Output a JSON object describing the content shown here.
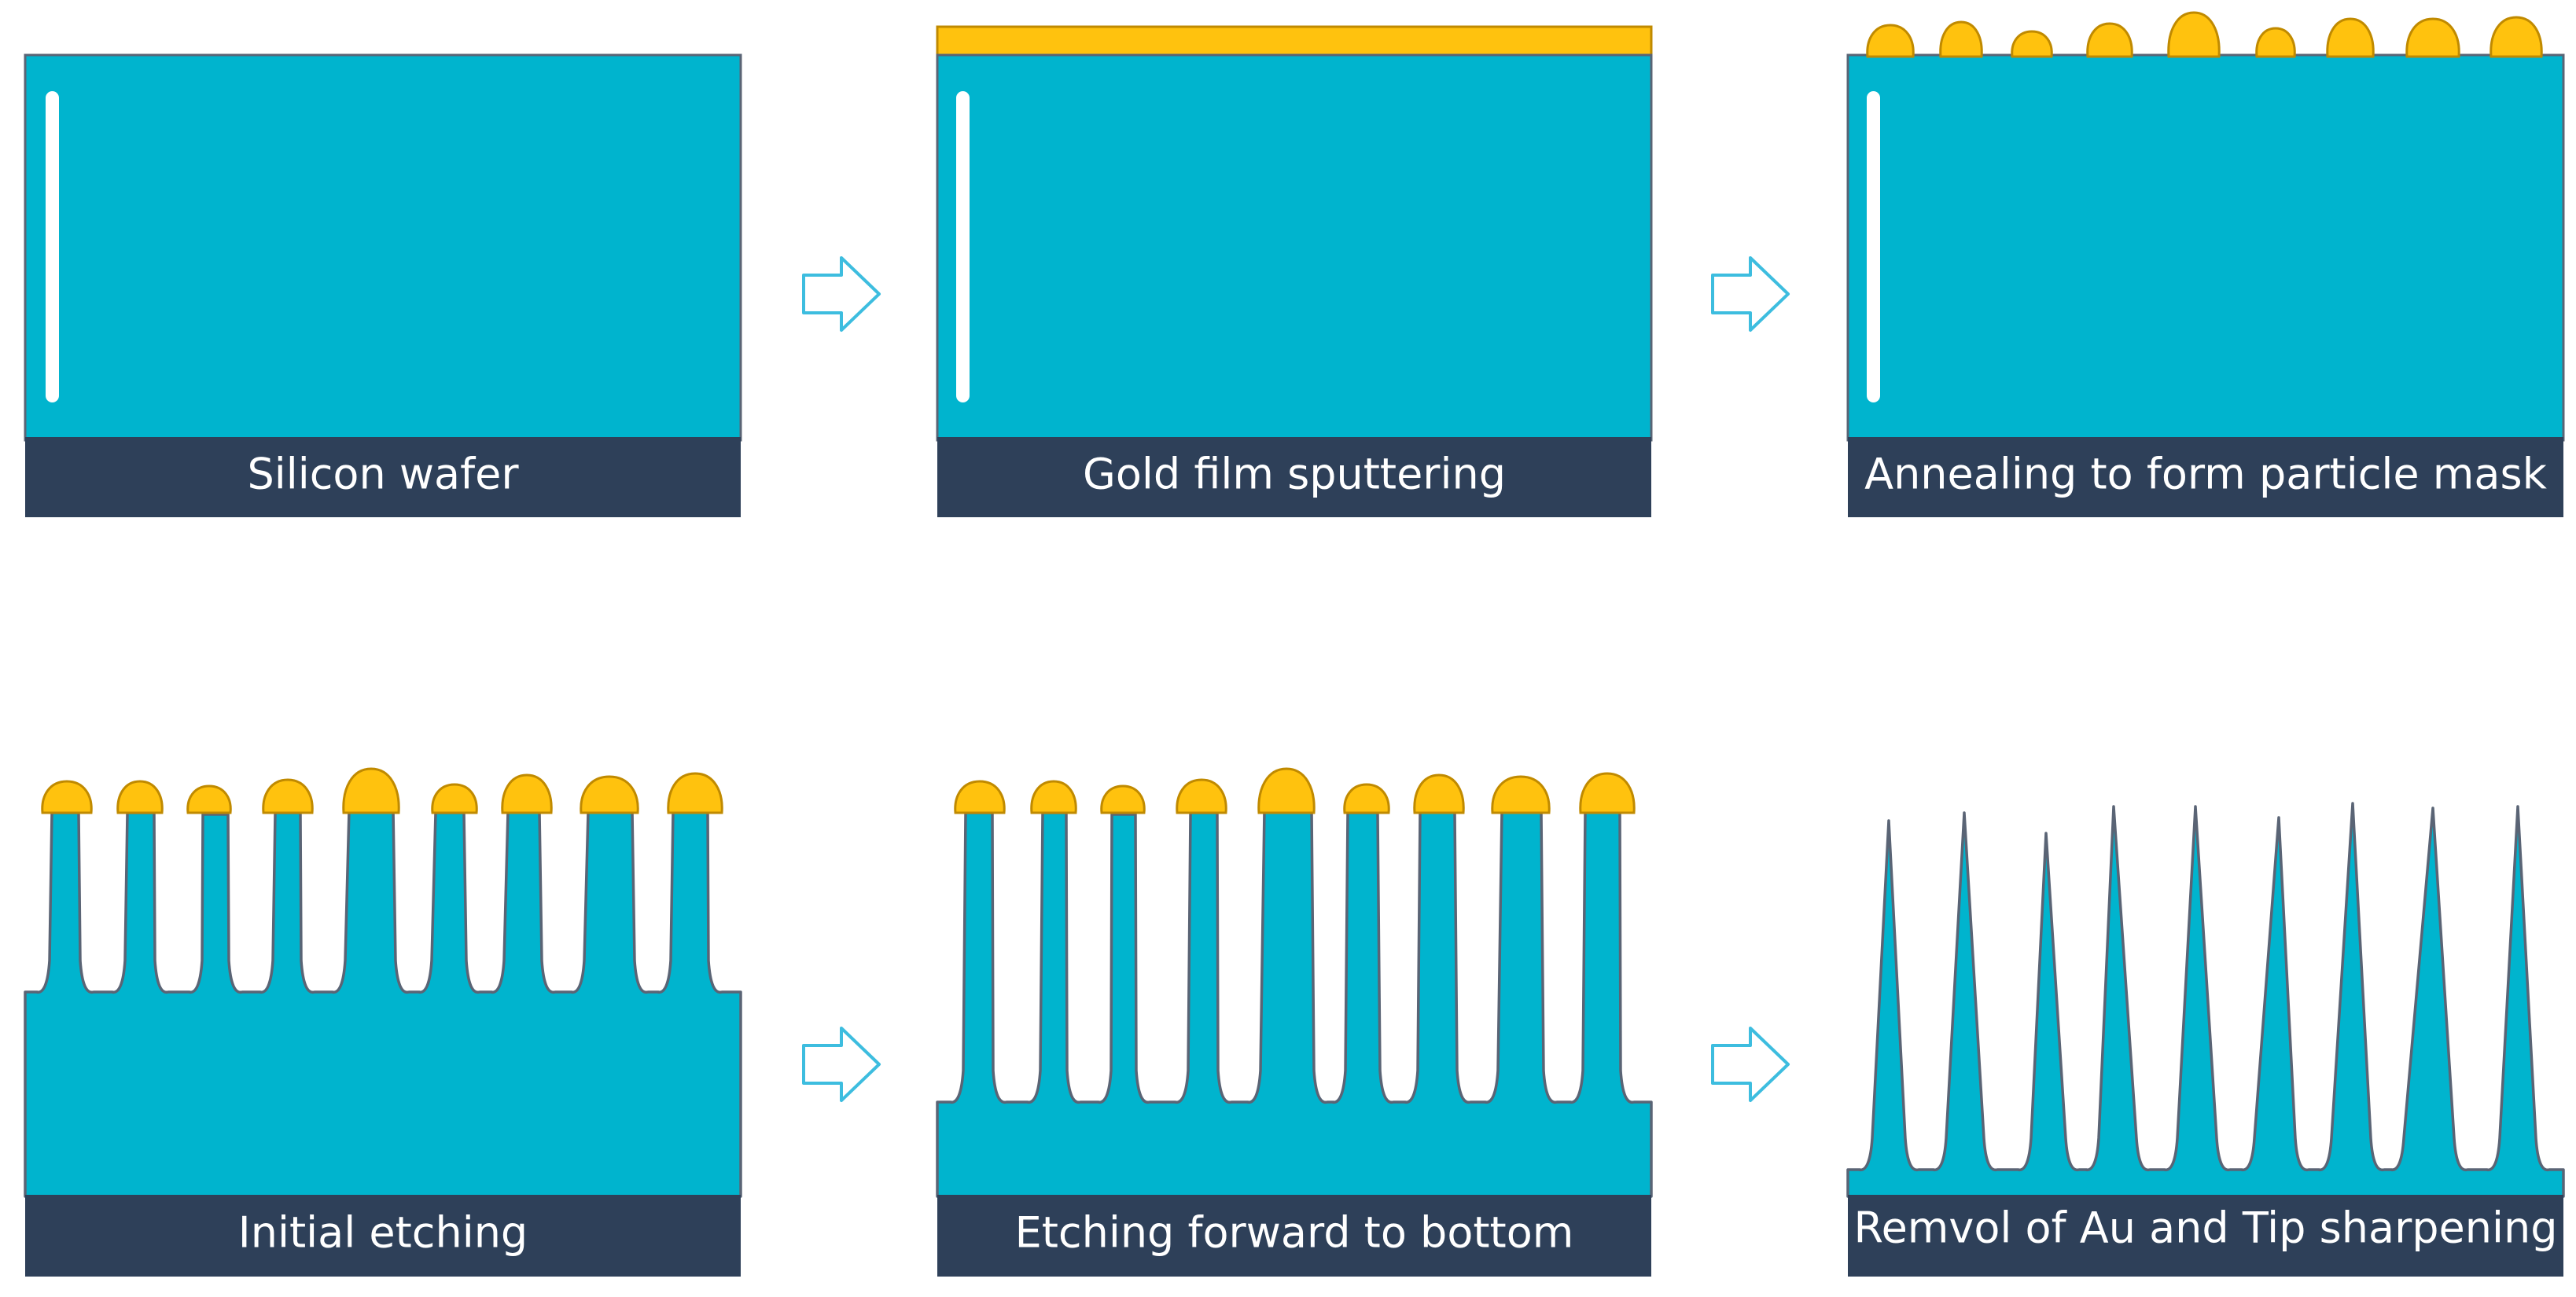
{
  "colors": {
    "silicon": "#00B4CE",
    "silicon_outline": "#5a6475",
    "gold": "#FFC20E",
    "gold_outline": "#C08A00",
    "label_bar": "#2E4059",
    "label_text": "#FFFFFF",
    "arrow": "#3DBDDF",
    "highlight": "#FFFFFF"
  },
  "steps": [
    {
      "label": "Silicon wafer"
    },
    {
      "label": "Gold film sputtering"
    },
    {
      "label": "Annealing to form particle mask"
    },
    {
      "label": "Initial etching"
    },
    {
      "label": "Etching forward to bottom"
    },
    {
      "label": "Remvol of Au and Tip sharpening"
    }
  ],
  "icons": {
    "process_arrow": "right-arrow-icon"
  }
}
